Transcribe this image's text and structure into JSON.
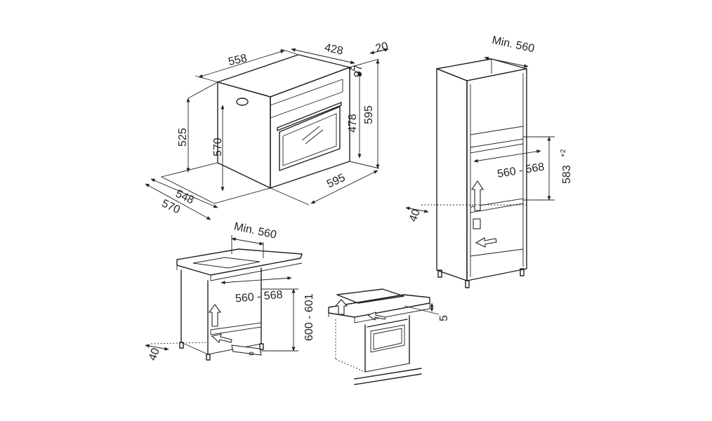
{
  "oven": {
    "width_top": "558",
    "depth_top": "428",
    "front_offset": "20",
    "panel_height": "97",
    "door_height": "478",
    "total_height": "595",
    "side_height": "525",
    "inner_height": "570",
    "depth_548": "548",
    "depth_570": "570",
    "front_width": "595"
  },
  "column": {
    "min_depth": "Min. 560",
    "niche_width": "560 - 568",
    "niche_height": "583",
    "niche_height_tolerance": "+2",
    "vent_gap": "40"
  },
  "under_counter": {
    "min_depth": "Min. 560",
    "niche_width": "560 - 568",
    "niche_height": "600 - 601",
    "vent_gap": "40"
  },
  "hob_install": {
    "gap": "5"
  },
  "colors": {
    "line": "#231f20",
    "background": "#ffffff"
  }
}
